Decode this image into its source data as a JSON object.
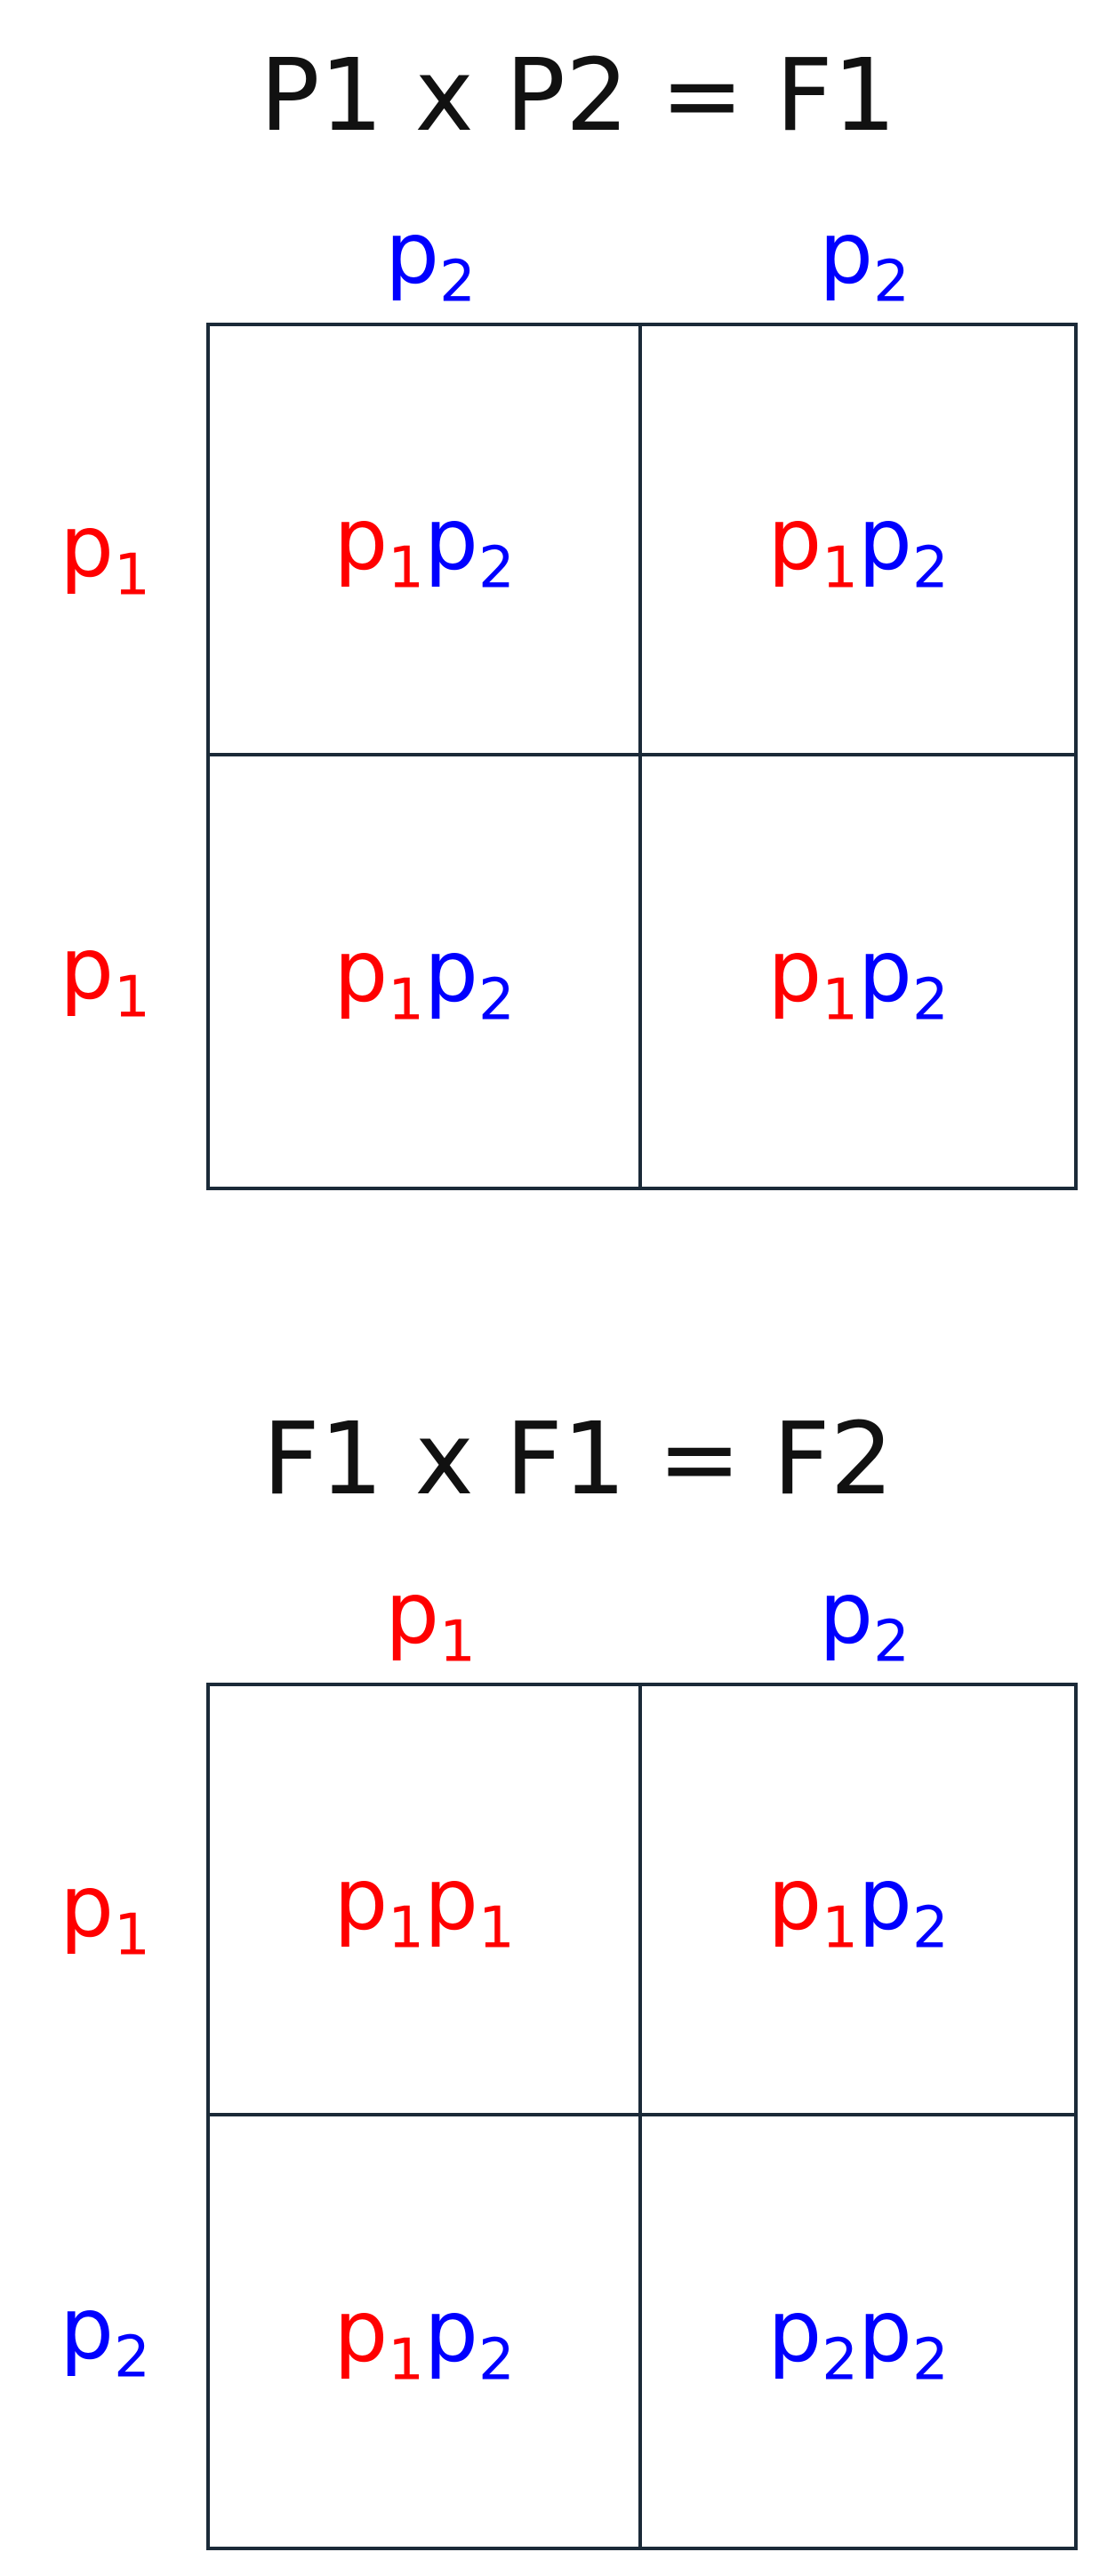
{
  "colors": {
    "red": "#ff0000",
    "blue": "#0000ff",
    "grid_line": "#1b2a38",
    "title": "#111111"
  },
  "squares": [
    {
      "title": "P1 x P2 = F1",
      "columns": [
        {
          "base": "p",
          "sub": "2",
          "color": "blue"
        },
        {
          "base": "p",
          "sub": "2",
          "color": "blue"
        }
      ],
      "rows": [
        {
          "base": "p",
          "sub": "1",
          "color": "red"
        },
        {
          "base": "p",
          "sub": "1",
          "color": "red"
        }
      ],
      "cells": [
        [
          [
            {
              "base": "p",
              "sub": "1",
              "color": "red"
            },
            {
              "base": "p",
              "sub": "2",
              "color": "blue"
            }
          ],
          [
            {
              "base": "p",
              "sub": "1",
              "color": "red"
            },
            {
              "base": "p",
              "sub": "2",
              "color": "blue"
            }
          ]
        ],
        [
          [
            {
              "base": "p",
              "sub": "1",
              "color": "red"
            },
            {
              "base": "p",
              "sub": "2",
              "color": "blue"
            }
          ],
          [
            {
              "base": "p",
              "sub": "1",
              "color": "red"
            },
            {
              "base": "p",
              "sub": "2",
              "color": "blue"
            }
          ]
        ]
      ]
    },
    {
      "title": "F1 x F1 = F2",
      "columns": [
        {
          "base": "p",
          "sub": "1",
          "color": "red"
        },
        {
          "base": "p",
          "sub": "2",
          "color": "blue"
        }
      ],
      "rows": [
        {
          "base": "p",
          "sub": "1",
          "color": "red"
        },
        {
          "base": "p",
          "sub": "2",
          "color": "blue"
        }
      ],
      "cells": [
        [
          [
            {
              "base": "p",
              "sub": "1",
              "color": "red"
            },
            {
              "base": "p",
              "sub": "1",
              "color": "red"
            }
          ],
          [
            {
              "base": "p",
              "sub": "1",
              "color": "red"
            },
            {
              "base": "p",
              "sub": "2",
              "color": "blue"
            }
          ]
        ],
        [
          [
            {
              "base": "p",
              "sub": "1",
              "color": "red"
            },
            {
              "base": "p",
              "sub": "2",
              "color": "blue"
            }
          ],
          [
            {
              "base": "p",
              "sub": "2",
              "color": "blue"
            },
            {
              "base": "p",
              "sub": "2",
              "color": "blue"
            }
          ]
        ]
      ]
    }
  ]
}
